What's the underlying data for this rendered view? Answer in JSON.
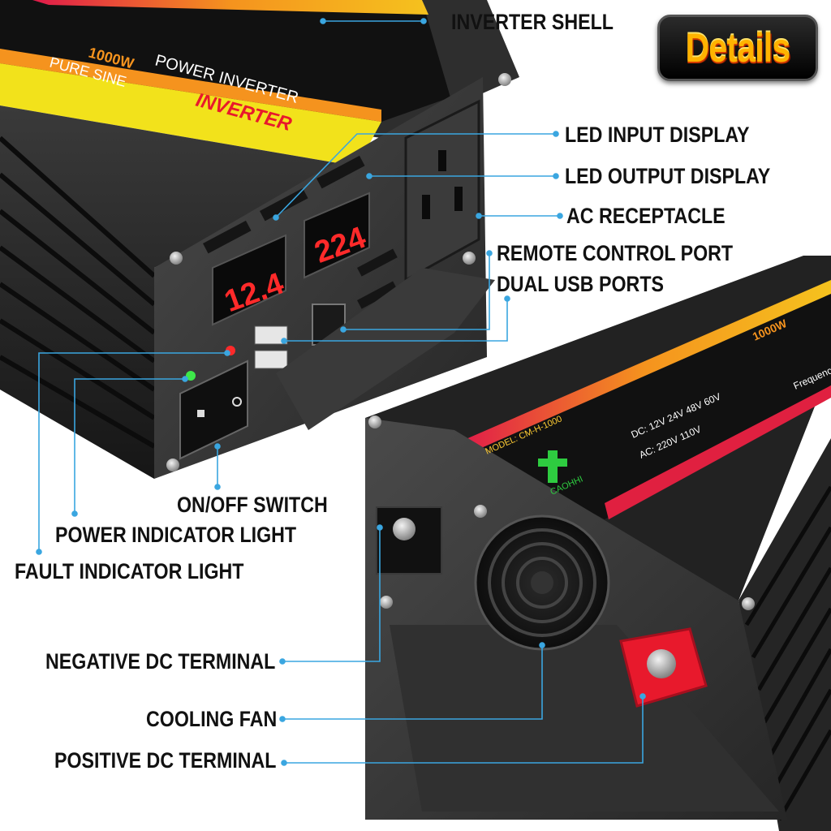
{
  "badge": "Details",
  "labels": {
    "inverter_shell": "INVERTER SHELL",
    "led_input_display": "LED INPUT DISPLAY",
    "led_output_display": "LED OUTPUT DISPLAY",
    "ac_receptacle": "AC RECEPTACLE",
    "remote_control_port": "REMOTE CONTROL PORT",
    "dual_usb_ports": "DUAL USB PORTS",
    "on_off_switch": "ON/OFF SWITCH",
    "power_indicator_light": "POWER INDICATOR LIGHT",
    "fault_indicator_light": "FAULT INDICATOR LIGHT",
    "negative_dc_terminal": "NEGATIVE DC TERMINAL",
    "cooling_fan": "COOLING FAN",
    "positive_dc_terminal": "POSITIVE DC TERMINAL"
  },
  "front_unit": {
    "rating": "1000W",
    "title": "POWER INVERTER",
    "subtitle_left": "PURE SINE",
    "subtitle_right": "INVERTER",
    "input_display": "12.4",
    "output_display": "224"
  },
  "rear_unit": {
    "rating": "1000W",
    "model": "MODEL: CM-H-1000",
    "brand": "CAOHHI",
    "dc_line": "DC: 12V 24V 48V 60V",
    "ac_line": "AC: 220V 110V",
    "freq_line": "Frequency"
  },
  "colors": {
    "body": "#2a2a2a",
    "stripe_yellow": "#f2e21b",
    "stripe_orange": "#f5931e",
    "stripe_red": "#e02040",
    "led_red": "#ff2a2a",
    "leader_blue": "#3aa6e0",
    "terminal_red": "#e8192c",
    "badge_text": "#ffb300"
  }
}
